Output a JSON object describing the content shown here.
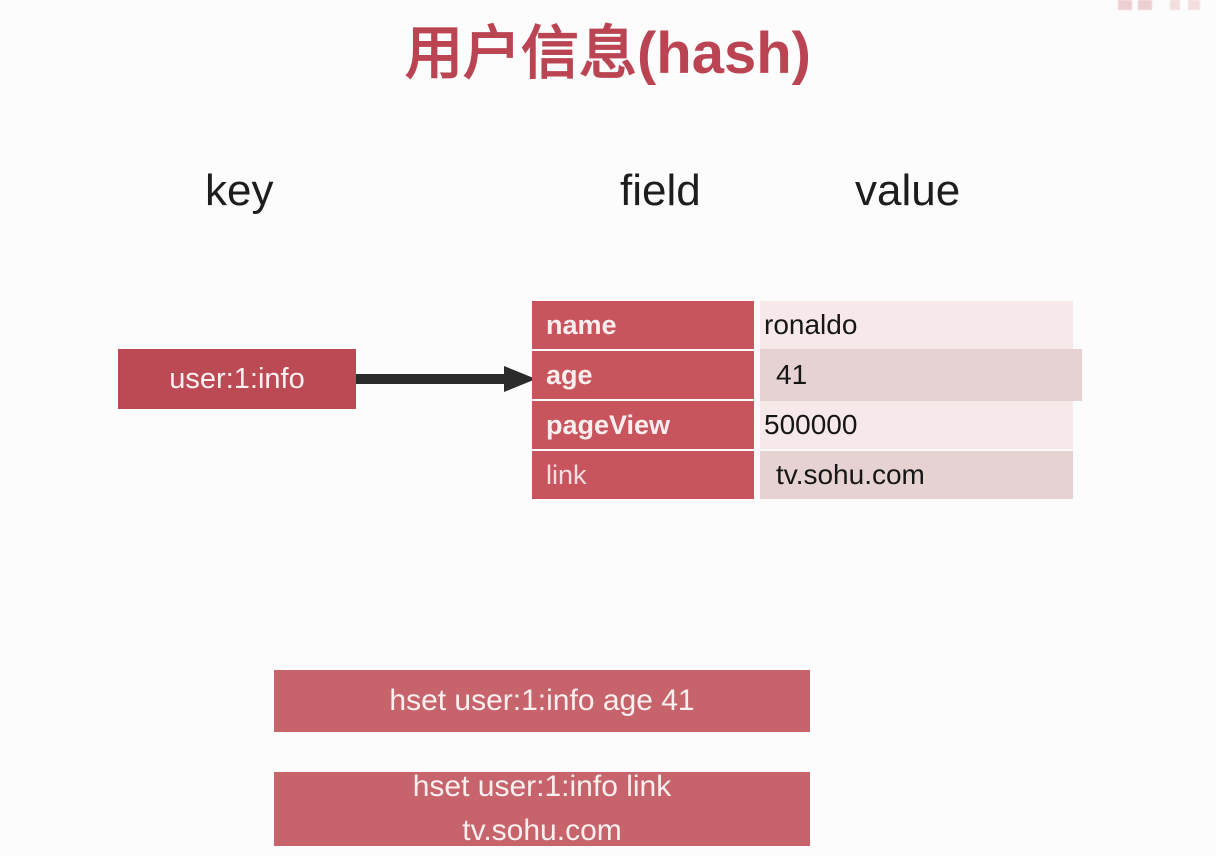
{
  "slide": {
    "title": "用户信息(hash)",
    "background_color": "#fdfcfc"
  },
  "colors": {
    "title_red": "#bb4452",
    "key_box_red": "#bc4a55",
    "field_red": "#c8555e",
    "command_red": "#c7636b",
    "value_tint_light": "#f7e9e9",
    "value_tint_dark": "#e6d2d2",
    "arrow_black": "#2b2b2b"
  },
  "headers": {
    "key": "key",
    "field": "field",
    "value": "value"
  },
  "key_box": {
    "label": "user:1:info"
  },
  "arrow": {
    "name": "points-from-key-to-hash-table"
  },
  "hash_table": {
    "rows": [
      {
        "field": "name",
        "value": "ronaldo"
      },
      {
        "field": "age",
        "value": "41"
      },
      {
        "field": "pageView",
        "value": "500000"
      },
      {
        "field": "link",
        "value": "tv.sohu.com"
      }
    ]
  },
  "commands": [
    {
      "text": "hset user:1:info age 41"
    },
    {
      "text": "hset user:1:info link\ntv.sohu.com"
    }
  ]
}
